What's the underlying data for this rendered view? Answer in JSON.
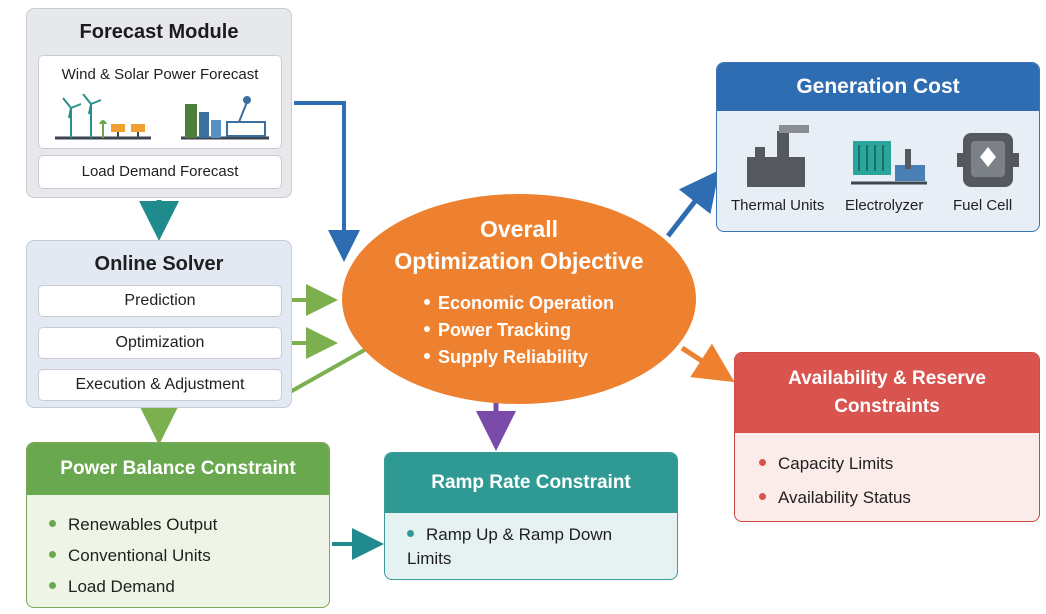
{
  "forecast": {
    "title": "Forecast Module",
    "wind_solar": "Wind & Solar Power Forecast",
    "load": "Load Demand Forecast"
  },
  "solver": {
    "title": "Online Solver",
    "steps": [
      "Prediction",
      "Optimization",
      "Execution & Adjustment"
    ]
  },
  "power_balance": {
    "title": "Power Balance Constraint",
    "items": [
      "Renewables Output",
      "Conventional Units",
      "Load Demand"
    ]
  },
  "ramp": {
    "title": "Ramp Rate Constraint",
    "items": [
      "Ramp Up & Ramp Down Limits"
    ]
  },
  "objective": {
    "title_line1": "Overall",
    "title_line2": "Optimization Objective",
    "items": [
      "Economic Operation",
      "Power Tracking",
      "Supply Reliability"
    ]
  },
  "generation": {
    "title": "Generation Cost",
    "units": [
      "Thermal Units",
      "Electrolyzer",
      "Fuel Cell"
    ]
  },
  "availability": {
    "title_line1": "Availability & Reserve",
    "title_line2": "Constraints",
    "items": [
      "Capacity Limits",
      "Availability Status"
    ]
  },
  "colors": {
    "forecast_arrow": "#2f6db3",
    "solver_arrow": "#1f8b8d",
    "green_arrow": "#7cb04f",
    "purple_arrow": "#7a4aa8",
    "orange_arrow": "#ee8130",
    "blue_arrow": "#2f6db3",
    "teal_arrow": "#1f8b8d"
  }
}
